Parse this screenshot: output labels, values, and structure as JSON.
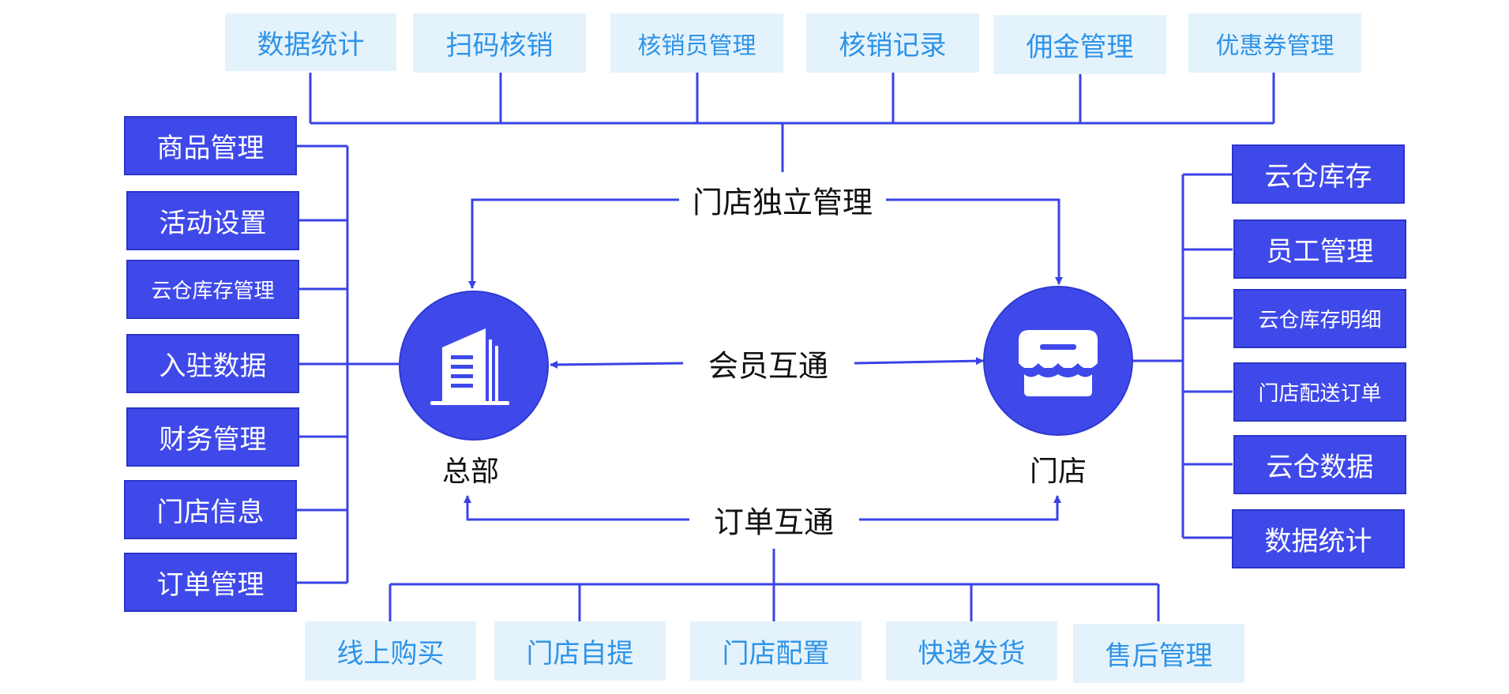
{
  "top_row": [
    "数据统计",
    "扫码核销",
    "核销员管理",
    "核销记录",
    "佣金管理",
    "优惠券管理"
  ],
  "left_column": [
    "商品管理",
    "活动设置",
    "云仓库存管理",
    "入驻数据",
    "财务管理",
    "门店信息",
    "订单管理"
  ],
  "right_column": [
    "云仓库存",
    "员工管理",
    "云仓库存明细",
    "门店配送订单",
    "云仓数据",
    "数据统计"
  ],
  "bottom_row": [
    "线上购买",
    "门店自提",
    "门店配置",
    "快递发货",
    "售后管理"
  ],
  "center": {
    "top_label": "门店独立管理",
    "middle_label": "会员互通",
    "bottom_label": "订单互通"
  },
  "nodes": {
    "headquarters": {
      "label": "总部",
      "icon": "building-icon"
    },
    "store": {
      "label": "门店",
      "icon": "storefront-icon"
    }
  },
  "colors": {
    "line": "#3a43e6",
    "dark_box": "#3f49ea",
    "light_box": "#e4f3fb",
    "light_text": "#2f93e8",
    "node_fill": "#3f49ea"
  }
}
